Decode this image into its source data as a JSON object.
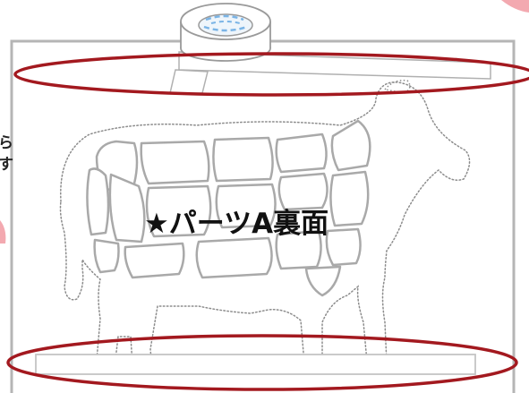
{
  "label": "★パーツA裏面",
  "side_text_lines": [
    "ら",
    "す"
  ],
  "colors": {
    "frame": "#b5b5b5",
    "ellipse": "#a3191f",
    "cow_outline": "#8c8c8c",
    "parts": "#a9a9a9",
    "tape_stripe": "#7ab4e6",
    "corner_accent": "#f3a9b0"
  },
  "icons": [
    "tape-roll-icon",
    "cow-outline-icon"
  ]
}
